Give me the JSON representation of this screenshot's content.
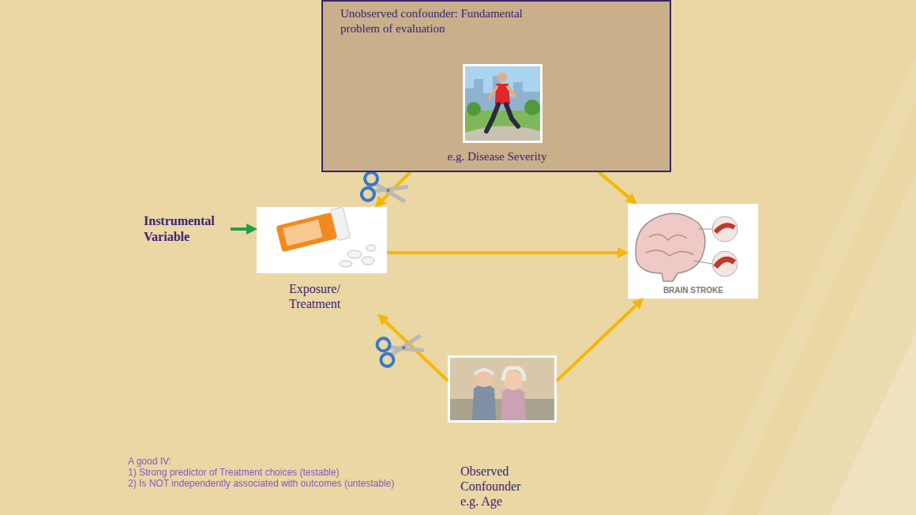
{
  "diagram": {
    "nodes": [
      {
        "text": [
          "Unobserved confounder: Fundamental problem of evaluation",
          "e.g. Disease Severity"
        ]
      },
      {
        "text": [
          "Instrumental Variable"
        ]
      },
      {
        "text": [
          "Exposure/ Treatment"
        ]
      },
      {
        "text": [
          "BRAIN STROKE"
        ]
      },
      {
        "text": [
          "Observed Confounder e.g. Age"
        ]
      }
    ],
    "edges": [
      {
        "from": 0,
        "to": 2,
        "arrow": "to"
      },
      {
        "from": 0,
        "to": 3,
        "arrow": "to"
      },
      {
        "from": 1,
        "to": 2,
        "arrow": "to"
      },
      {
        "from": 2,
        "to": 3,
        "arrow": "to"
      },
      {
        "from": 4,
        "to": 2,
        "arrow": "to"
      },
      {
        "from": 4,
        "to": 3,
        "arrow": "to"
      }
    ],
    "labels": [
      "A good IV:",
      "1) Strong predictor of Treatment choices (testable)",
      "2) Is NOT independently associated with outcomes (untestable)"
    ]
  }
}
